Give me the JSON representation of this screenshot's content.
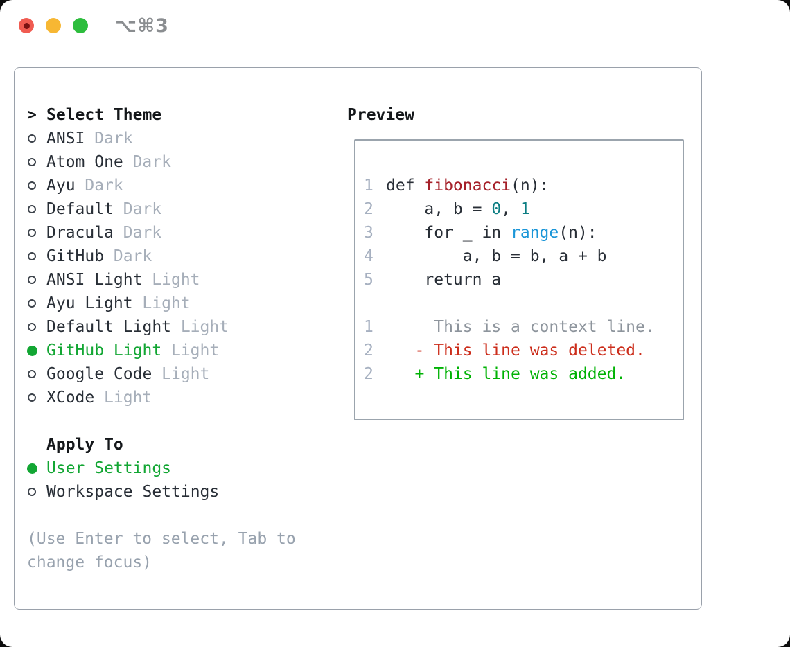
{
  "window": {
    "shortcut": "⌥⌘3"
  },
  "theme_selector": {
    "prompt": ">",
    "title": "Select Theme",
    "themes": [
      {
        "name": "ANSI",
        "variant": "Dark",
        "selected": false
      },
      {
        "name": "Atom One",
        "variant": "Dark",
        "selected": false
      },
      {
        "name": "Ayu",
        "variant": "Dark",
        "selected": false
      },
      {
        "name": "Default",
        "variant": "Dark",
        "selected": false
      },
      {
        "name": "Dracula",
        "variant": "Dark",
        "selected": false
      },
      {
        "name": "GitHub",
        "variant": "Dark",
        "selected": false
      },
      {
        "name": "ANSI Light",
        "variant": "Light",
        "selected": false
      },
      {
        "name": "Ayu Light",
        "variant": "Light",
        "selected": false
      },
      {
        "name": "Default Light",
        "variant": "Light",
        "selected": false
      },
      {
        "name": "GitHub Light",
        "variant": "Light",
        "selected": true
      },
      {
        "name": "Google Code",
        "variant": "Light",
        "selected": false
      },
      {
        "name": "XCode",
        "variant": "Light",
        "selected": false
      }
    ]
  },
  "apply_to": {
    "title": "Apply To",
    "options": [
      {
        "name": "User Settings",
        "selected": true
      },
      {
        "name": "Workspace Settings",
        "selected": false
      }
    ]
  },
  "hint": "(Use Enter to select, Tab to change focus)",
  "preview": {
    "title": "Preview",
    "lines": [
      {
        "num": "1",
        "segments": [
          {
            "text": "def ",
            "color": "fg"
          },
          {
            "text": "fibonacci",
            "color": "func"
          },
          {
            "text": "(n):",
            "color": "fg"
          }
        ]
      },
      {
        "num": "2",
        "segments": [
          {
            "text": "    a, b = ",
            "color": "fg"
          },
          {
            "text": "0",
            "color": "num"
          },
          {
            "text": ", ",
            "color": "fg"
          },
          {
            "text": "1",
            "color": "num"
          }
        ]
      },
      {
        "num": "3",
        "segments": [
          {
            "text": "    for _ in ",
            "color": "fg"
          },
          {
            "text": "range",
            "color": "builtin"
          },
          {
            "text": "(n):",
            "color": "fg"
          }
        ]
      },
      {
        "num": "4",
        "segments": [
          {
            "text": "        a, b = b, a + b",
            "color": "fg"
          }
        ]
      },
      {
        "num": "5",
        "segments": [
          {
            "text": "    return a",
            "color": "fg"
          }
        ]
      },
      {
        "num": "",
        "segments": []
      },
      {
        "num": "1",
        "segments": [
          {
            "text": "     This is a context line.",
            "color": "context"
          }
        ]
      },
      {
        "num": "2",
        "segments": [
          {
            "text": "   - This line was deleted.",
            "color": "deleted"
          }
        ]
      },
      {
        "num": "2",
        "segments": [
          {
            "text": "   + This line was added.",
            "color": "added"
          }
        ]
      }
    ]
  },
  "colors": {
    "foreground": "#282e36",
    "heading": "#14171a",
    "muted": "#a6aeb9",
    "line_number": "#a6b0c0",
    "context_gray": "#8d949c",
    "hint_gray": "#98a2ae",
    "selection_green": "#12a633",
    "added_green": "#00b204",
    "deleted_red": "#cc2d1b",
    "function_red": "#a52029",
    "number_teal": "#0d7e83",
    "builtin_blue": "#1b96d8",
    "panel_border": "#9aa1ab",
    "preview_border": "#9ba4ad",
    "traffic_red": "#f05b51",
    "traffic_red_dot": "#7a1212",
    "traffic_yellow": "#f7b733",
    "traffic_green": "#2dbd3d",
    "shortcut_gray": "#8a8d90"
  }
}
